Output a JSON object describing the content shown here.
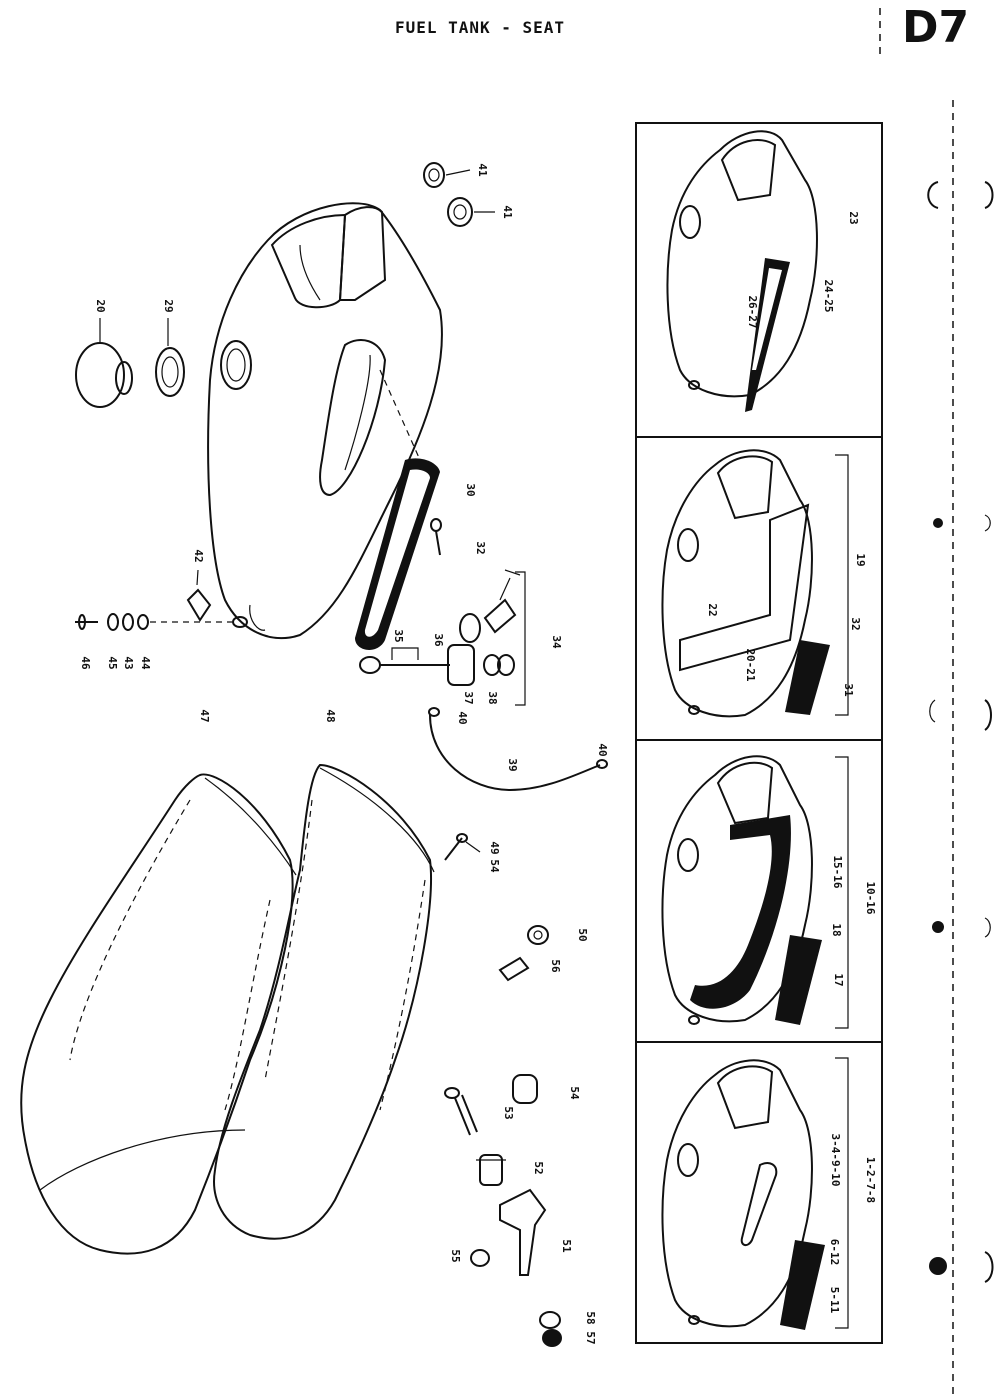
{
  "header": {
    "title": "FUEL TANK - SEAT",
    "section_code": "D7"
  },
  "main_labels": {
    "cap_20": "20",
    "gasket_29": "29",
    "ring_41a": "41",
    "ring_41b": "41",
    "emblem_30": "30",
    "screw_32": "32",
    "clip_42": "42",
    "bolt_46": "46",
    "washer_45": "45",
    "washer_43": "43",
    "nut_44": "44",
    "cock_34": "34",
    "lever_35": "35",
    "part_36": "36",
    "part_37": "37",
    "part_38": "38",
    "clamp_40a": "40",
    "hose_39": "39",
    "clamp_40b": "40",
    "seat_47": "47",
    "seat_48": "48",
    "pin_49": "49",
    "pin_54": "54",
    "cap_50": "50",
    "clip_56": "56",
    "bolt_53": "53",
    "collar_54": "54",
    "bolt_52": "52",
    "hinge_51": "51",
    "nut_55": "55",
    "washer_58": "58",
    "nut_57": "57"
  },
  "variant_panels": [
    {
      "labels": {
        "tank": "23",
        "stripe": "26-27",
        "emblem": "24-25"
      }
    },
    {
      "labels": {
        "bracket": "19",
        "part_22": "22",
        "stripe": "20-21",
        "screw": "32",
        "emblem": "31"
      }
    },
    {
      "labels": {
        "stripe": "15-16",
        "bracket": "10-16",
        "screw": "18",
        "emblem": "17"
      }
    },
    {
      "labels": {
        "bracket": "1-2-7-8",
        "group_a": "3-4-9-10",
        "group_b": "6-12",
        "group_c": "5-11"
      }
    }
  ]
}
